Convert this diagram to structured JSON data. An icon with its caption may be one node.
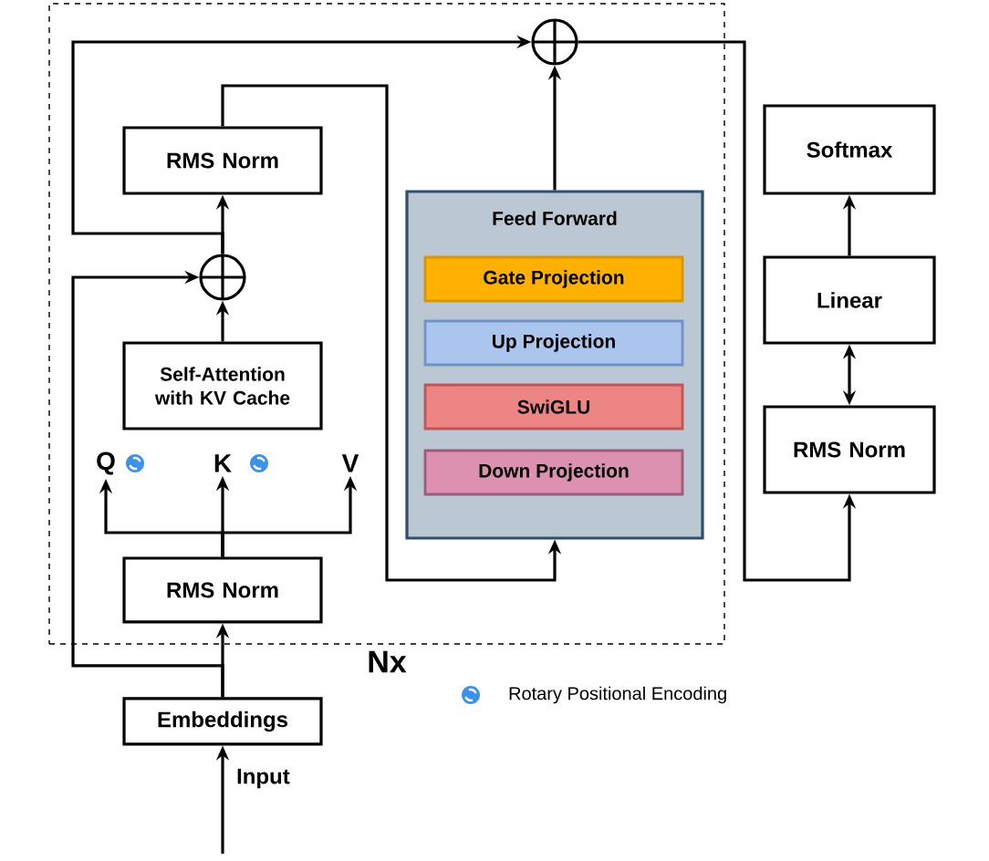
{
  "diagram": {
    "nodes": [
      {
        "text": [
          "Nx"
        ]
      },
      {
        "text": [
          "Embeddings"
        ]
      },
      {
        "text": [
          "RMS Norm"
        ],
        "in": 0
      },
      {
        "text": [
          "Q"
        ],
        "in": 0
      },
      {
        "text": [
          "K"
        ],
        "in": 0
      },
      {
        "text": [
          "V"
        ],
        "in": 0
      },
      {
        "text": [
          "Self-Attention with KV Cache"
        ],
        "in": 0
      },
      {
        "text": [],
        "shape": "circle",
        "in": 0
      },
      {
        "text": [
          "RMS Norm"
        ],
        "in": 0
      },
      {
        "text": [],
        "shape": "circle",
        "in": 0
      },
      {
        "text": [
          "Feed Forward"
        ],
        "in": 0
      },
      {
        "text": [
          "Gate Projection"
        ],
        "in": 10
      },
      {
        "text": [
          "Up Projection"
        ],
        "in": 10
      },
      {
        "text": [
          "SwiGLU"
        ],
        "in": 10
      },
      {
        "text": [
          "Down Projection"
        ],
        "in": 10
      },
      {
        "text": [
          "RMS Norm"
        ]
      },
      {
        "text": [
          "Linear"
        ]
      },
      {
        "text": [
          "Softmax"
        ]
      }
    ],
    "edges": [
      {
        "from": null,
        "to": 1,
        "arrow": "to",
        "label": "Input"
      },
      {
        "from": 1,
        "to": 2,
        "arrow": "to"
      },
      {
        "from": 1,
        "to": 7,
        "arrow": "to"
      },
      {
        "from": 2,
        "to": 3,
        "arrow": "to"
      },
      {
        "from": 2,
        "to": 4,
        "arrow": "to"
      },
      {
        "from": 2,
        "to": 5,
        "arrow": "to"
      },
      {
        "from": 6,
        "to": 7,
        "arrow": "to"
      },
      {
        "from": 7,
        "to": 8,
        "arrow": "to"
      },
      {
        "from": 7,
        "to": 9,
        "arrow": "to"
      },
      {
        "from": 8,
        "to": 10,
        "arrow": "to"
      },
      {
        "from": 10,
        "to": 9,
        "arrow": "to"
      },
      {
        "from": 9,
        "to": 15,
        "arrow": "to"
      },
      {
        "from": 15,
        "to": 16,
        "arrow": "both"
      },
      {
        "from": 16,
        "to": 17,
        "arrow": "to"
      }
    ],
    "legend": [
      {
        "text": "Rotary Positional Encoding"
      }
    ]
  }
}
